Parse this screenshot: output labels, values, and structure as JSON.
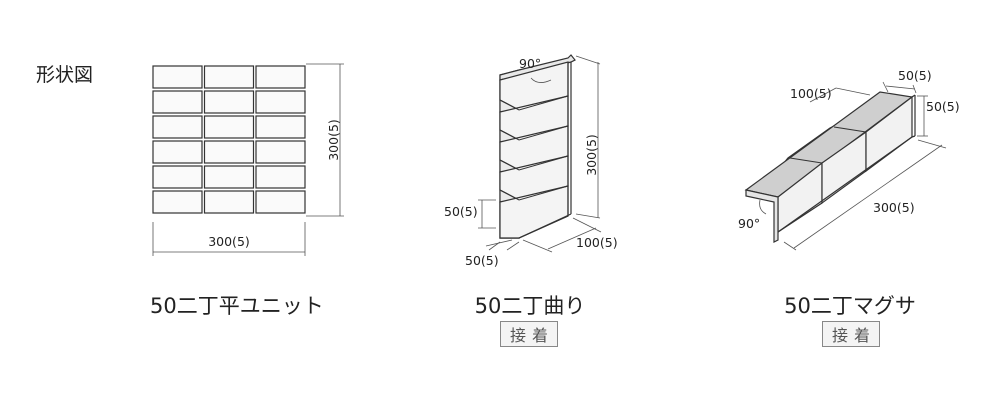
{
  "section_title": "形状図",
  "units": [
    {
      "caption": "50二丁平ユニット",
      "dims": {
        "width": "300(5)",
        "height": "300(5)"
      }
    },
    {
      "caption": "50二丁曲り",
      "badge": "接着",
      "dims": {
        "angle": "90°",
        "height": "300(5)",
        "bottom_thickness": "50(5)",
        "front_width": "50(5)",
        "depth": "100(5)"
      }
    },
    {
      "caption": "50二丁マグサ",
      "badge": "接着",
      "dims": {
        "end_depth": "100(5)",
        "top_width": "50(5)",
        "side_height": "50(5)",
        "length": "300(5)",
        "angle": "90°"
      }
    }
  ]
}
